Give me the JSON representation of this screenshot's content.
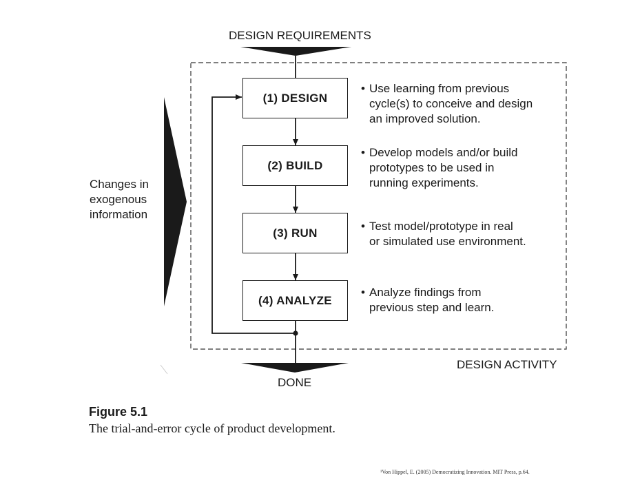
{
  "diagram": {
    "input_label": "DESIGN REQUIREMENTS",
    "output_label": "DONE",
    "boundary_label": "DESIGN ACTIVITY",
    "side_label": [
      "Changes in",
      "exogenous",
      "information"
    ],
    "steps": [
      {
        "label": "(1) DESIGN",
        "note": [
          "Use learning from previous",
          "cycle(s) to conceive and design",
          "an improved solution."
        ]
      },
      {
        "label": "(2) BUILD",
        "note": [
          "Develop models and/or build",
          "prototypes to be used in",
          "running experiments."
        ]
      },
      {
        "label": "(3) RUN",
        "note": [
          "Test model/prototype in real",
          "or simulated use environment."
        ]
      },
      {
        "label": "(4) ANALYZE",
        "note": [
          "Analyze findings from",
          "previous step and learn."
        ]
      }
    ]
  },
  "figure": {
    "number": "Figure 5.1",
    "caption": "The trial-and-error cycle of product development."
  },
  "citation": "¹Von Hippel, E. (2005) Democratizing Innovation. MIT Press, p.64."
}
